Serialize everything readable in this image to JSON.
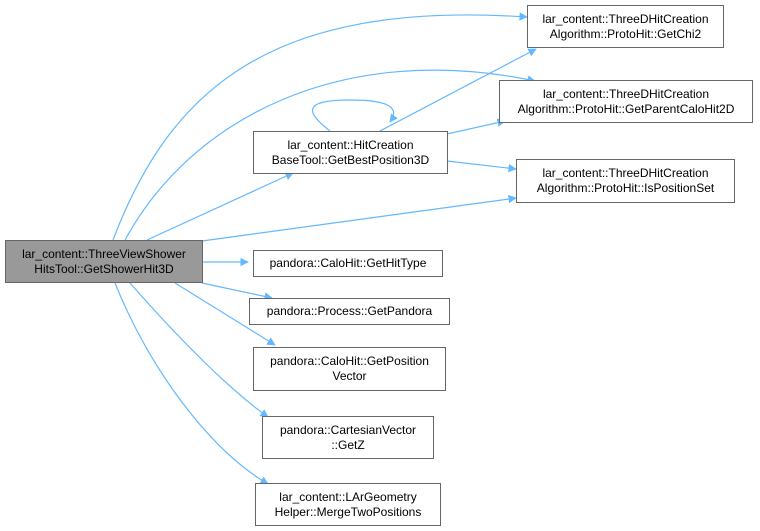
{
  "nodes": {
    "root": [
      "lar_content::ThreeViewShower",
      "HitsTool::GetShowerHit3D"
    ],
    "getchi2": [
      "lar_content::ThreeDHitCreation",
      "Algorithm::ProtoHit::GetChi2"
    ],
    "getparent": [
      "lar_content::ThreeDHitCreation",
      "Algorithm::ProtoHit::GetParentCaloHit2D"
    ],
    "bestpos": [
      "lar_content::HitCreation",
      "BaseTool::GetBestPosition3D"
    ],
    "isposset": [
      "lar_content::ThreeDHitCreation",
      "Algorithm::ProtoHit::IsPositionSet"
    ],
    "hittype": [
      "pandora::CaloHit::GetHitType"
    ],
    "getpandora": [
      "pandora::Process::GetPandora"
    ],
    "posvector": [
      "pandora::CaloHit::GetPosition",
      "Vector"
    ],
    "getz": [
      "pandora::CartesianVector",
      "::GetZ"
    ],
    "merge": [
      "lar_content::LArGeometry",
      "Helper::MergeTwoPositions"
    ]
  },
  "colors": {
    "edge": "#63b8ff",
    "root_fill": "#999999",
    "border": "#666666"
  }
}
